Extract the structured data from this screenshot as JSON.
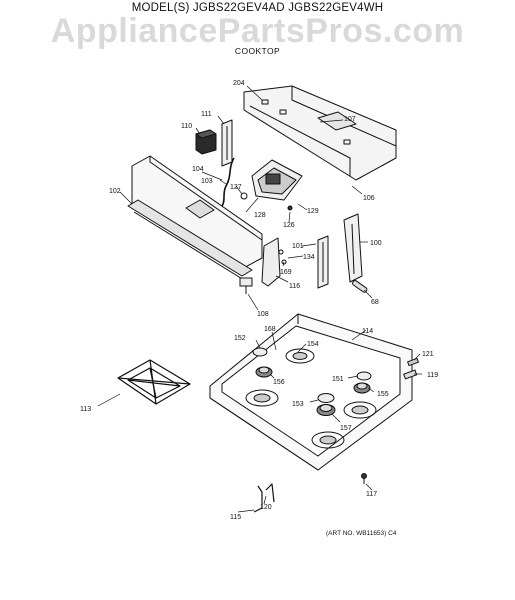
{
  "header": {
    "model_title": "MODEL(S) JGBS22GEV4AD  JGBS22GEV4WH",
    "watermark": "AppliancePartsPros.com",
    "section": "COOKTOP"
  },
  "footer": {
    "art_no": "(ART NO. WB11653) C4"
  },
  "callouts": [
    "204",
    "111",
    "107",
    "110",
    "104",
    "103",
    "127",
    "106",
    "128",
    "129",
    "126",
    "102",
    "101",
    "134",
    "100",
    "169",
    "116",
    "68",
    "108",
    "114",
    "168",
    "152",
    "154",
    "121",
    "119",
    "156",
    "151",
    "155",
    "113",
    "153",
    "157",
    "117",
    "115",
    "120"
  ]
}
